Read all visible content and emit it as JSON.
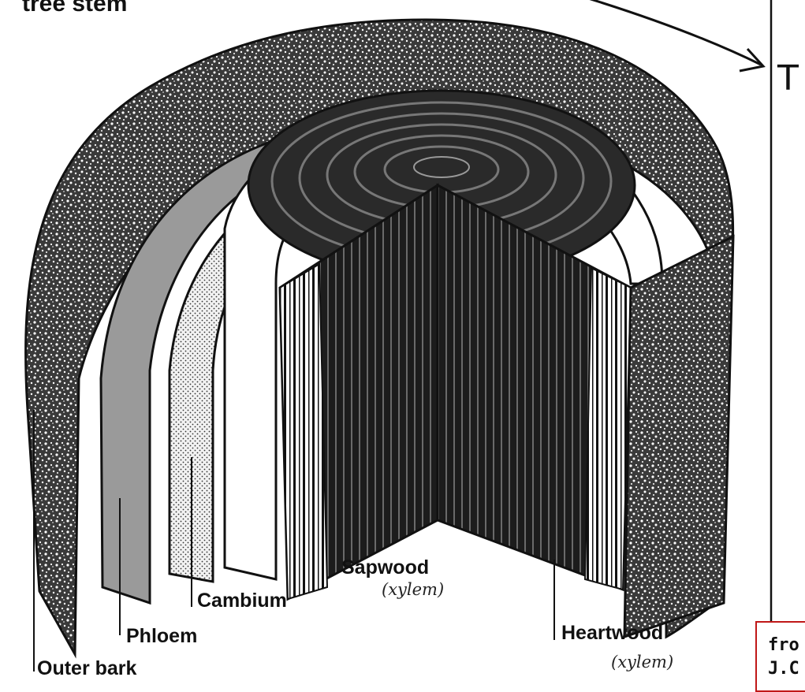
{
  "figure": {
    "title": "tree stem",
    "right_fragment": "T",
    "credit_line1": "fro",
    "credit_line2": "J.C"
  },
  "labels": {
    "outer_bark": "Outer bark",
    "phloem": "Phloem",
    "cambium": "Cambium",
    "sapwood": "Sapwood",
    "sapwood_note": "(xylem)",
    "heartwood": "Heartwood",
    "heartwood_note": "(xylem)"
  },
  "colors": {
    "background": "#ffffff",
    "ink": "#111111",
    "credit_border": "#c01818"
  }
}
